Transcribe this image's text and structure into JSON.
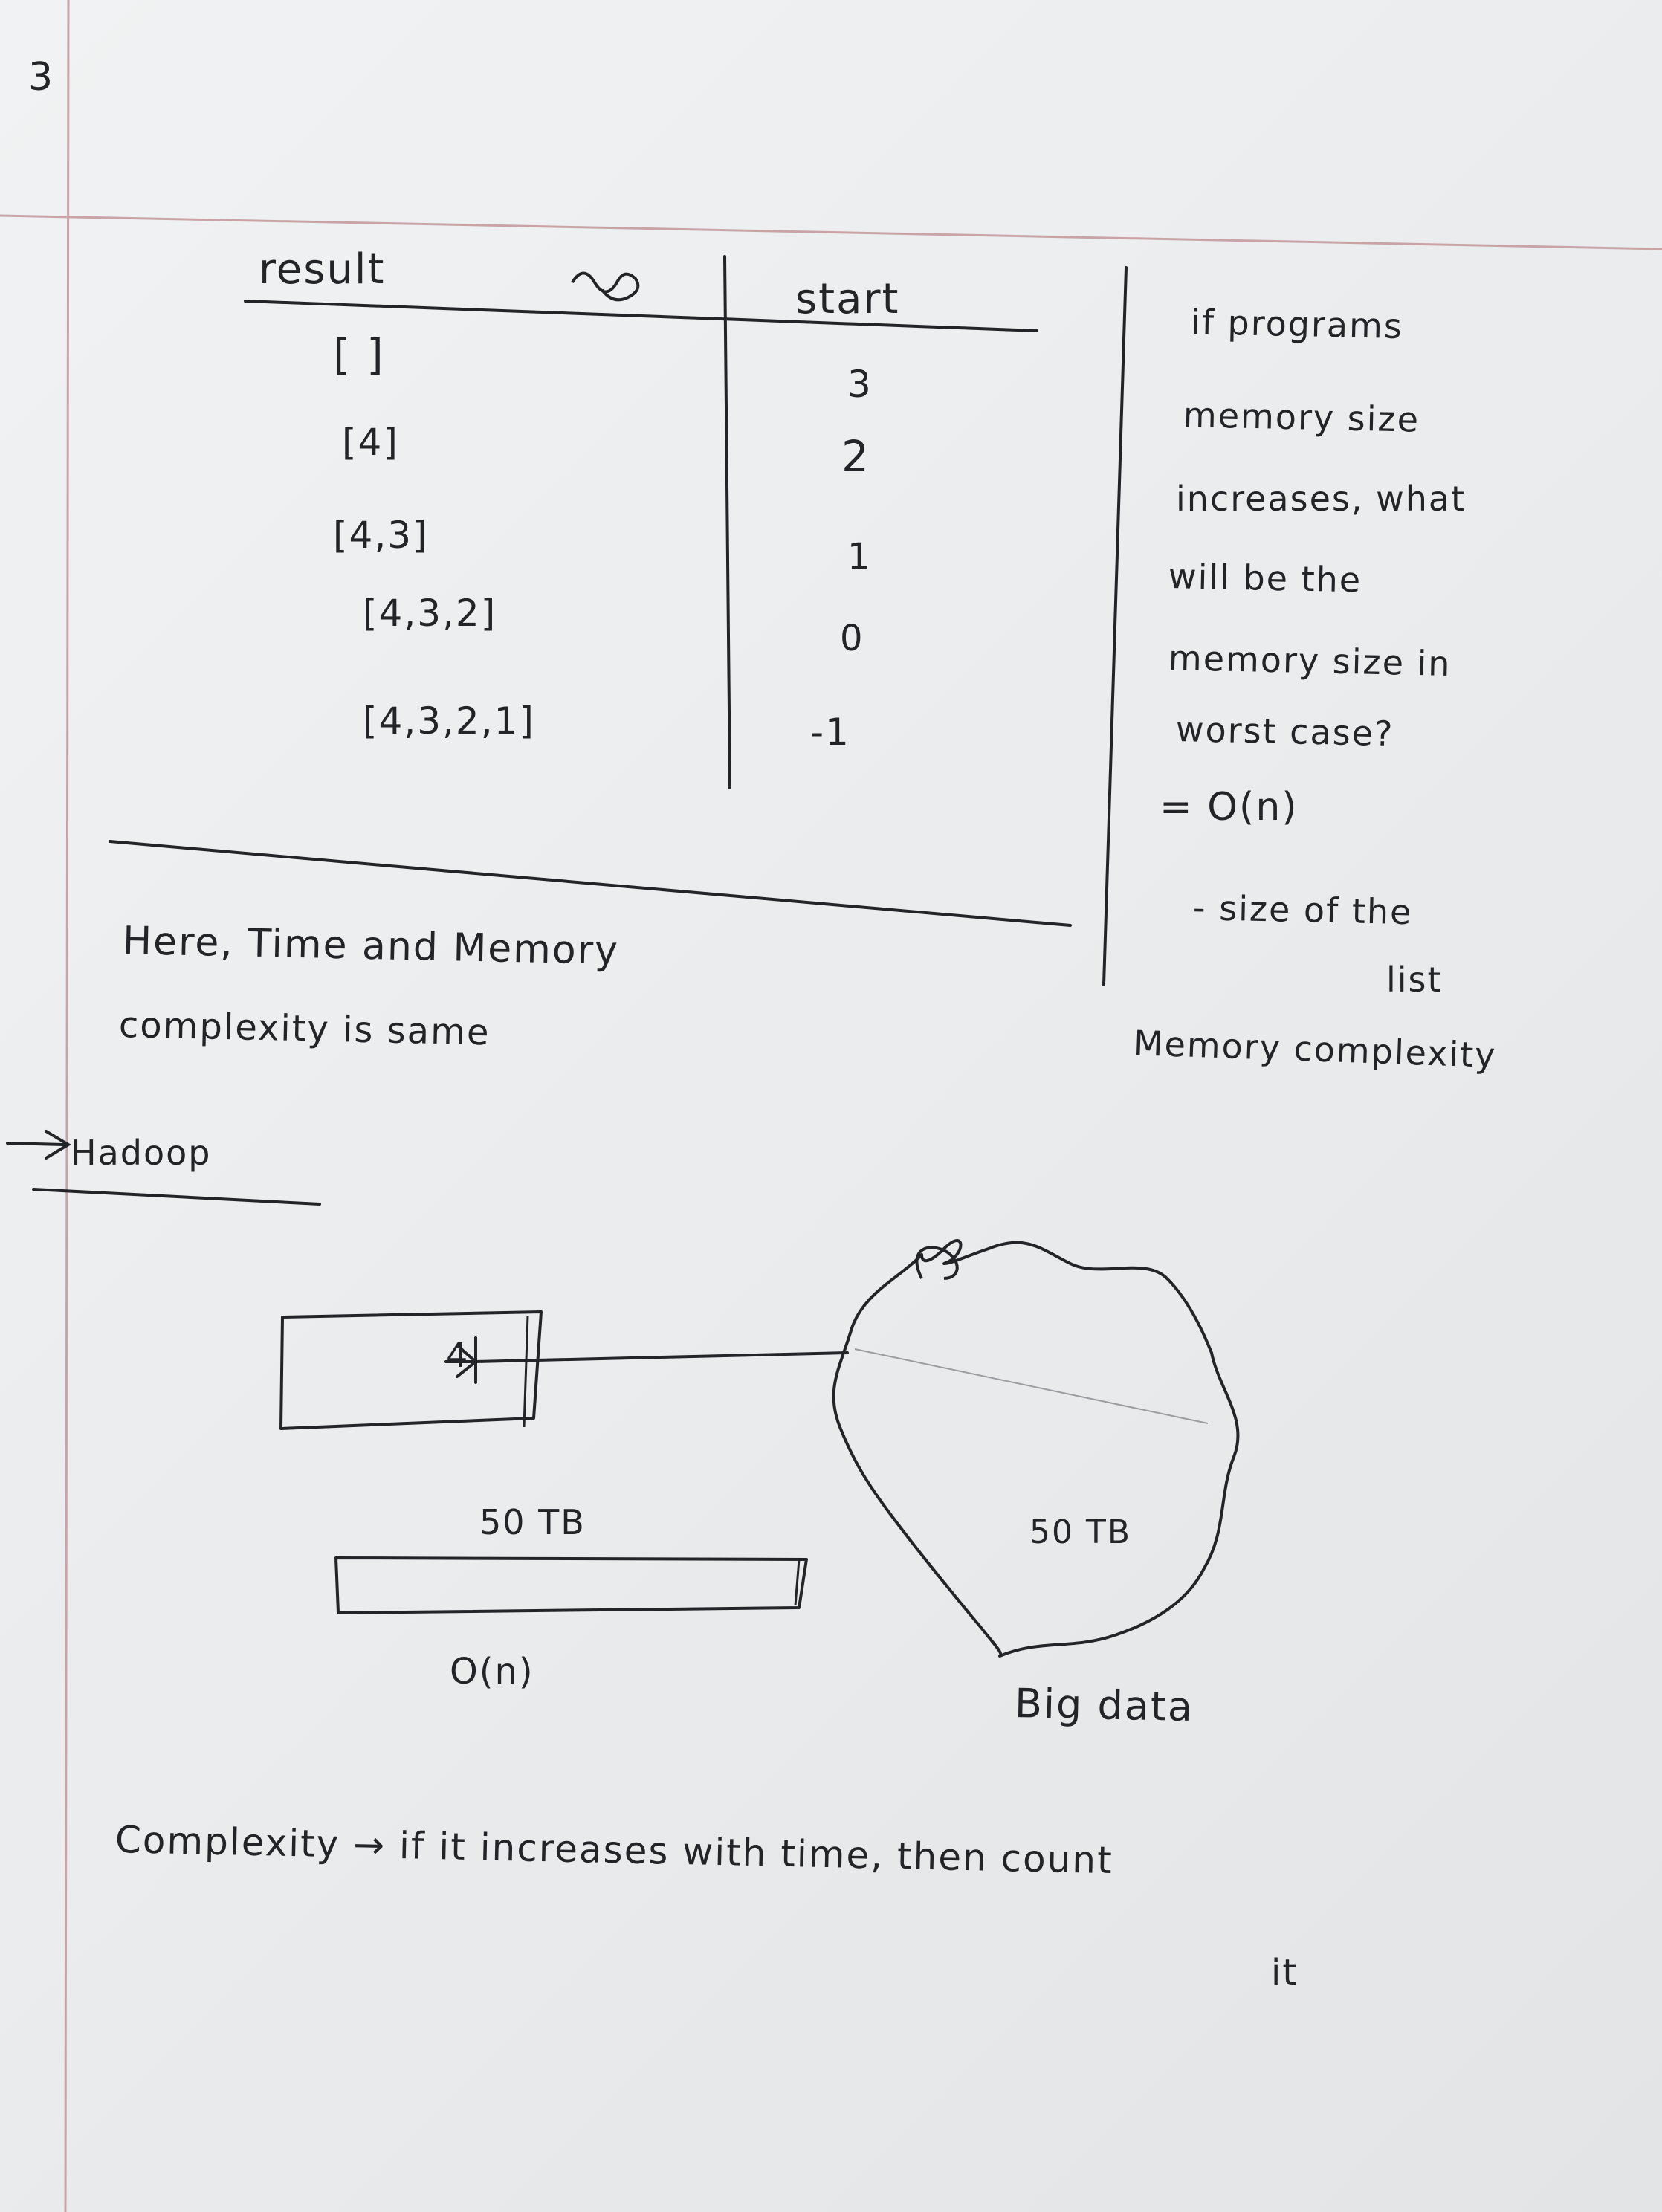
{
  "page_number": "3",
  "table": {
    "header_result": "result",
    "header_start": "start",
    "rows": [
      {
        "result": "[ ]",
        "start": "3"
      },
      {
        "result": "[4]",
        "start": "2"
      },
      {
        "result": "[4,3]",
        "start": "1"
      },
      {
        "result": "[4,3,2]",
        "start": "0"
      },
      {
        "result": "[4,3,2,1]",
        "start": "-1"
      }
    ]
  },
  "side_note": {
    "lines": [
      "if programs",
      "memory size",
      "increases, what",
      "will be the",
      "memory size in",
      "worst case?",
      "= O(n)",
      "- size of the",
      "list",
      "Memory complexity"
    ]
  },
  "note_main": {
    "line1": "Here, Time and Memory",
    "line2": "complexity is same"
  },
  "hadoop": {
    "heading": "Hadoop",
    "box_label": "50 TB",
    "box_complexity": "O(n)",
    "cloud_label": "50 TB",
    "cloud_caption": "Big data"
  },
  "footer": {
    "line1": "Complexity → if it increases with time, then count",
    "line2": "it"
  },
  "colors": {
    "paper": "#eceef0",
    "ink": "#222428",
    "rule_line": "#c9a3a6"
  }
}
